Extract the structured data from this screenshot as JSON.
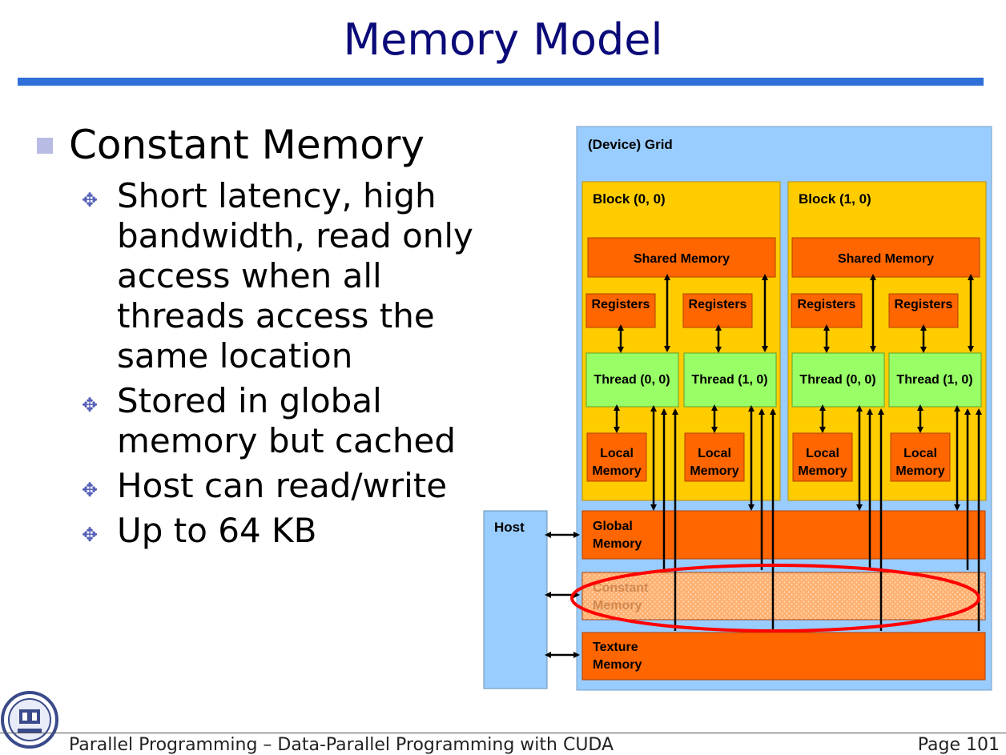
{
  "slide": {
    "title": "Memory Model",
    "bullet_main": "Constant Memory",
    "sub_bullets": [
      [
        "Short latency, high",
        "bandwidth, read only",
        "access when all",
        "threads access the",
        "same location"
      ],
      [
        "Stored in global",
        "memory but cached"
      ],
      [
        "Host can read/write"
      ],
      [
        "Up to 64 KB"
      ]
    ]
  },
  "diagram": {
    "grid_label": "(Device) Grid",
    "blocks": [
      {
        "label": "Block (0, 0)",
        "shared": "Shared Memory",
        "registers": [
          "Registers",
          "Registers"
        ],
        "threads": [
          "Thread (0, 0)",
          "Thread (1, 0)"
        ],
        "local": [
          "Local",
          "Memory"
        ]
      },
      {
        "label": "Block (1, 0)",
        "shared": "Shared Memory",
        "registers": [
          "Registers",
          "Registers"
        ],
        "threads": [
          "Thread (0, 0)",
          "Thread (1, 0)"
        ],
        "local": [
          "Local",
          "Memory"
        ]
      }
    ],
    "host": "Host",
    "global": [
      "Global",
      "Memory"
    ],
    "constant": [
      "Constant",
      "Memory"
    ],
    "texture": [
      "Texture",
      "Memory"
    ],
    "colors": {
      "grid": "#99ccff",
      "block": "#ffcc00",
      "mem": "#ff6600",
      "thread": "#99ff66",
      "highlight": "#ff0000"
    }
  },
  "footer": {
    "left": "Parallel Programming – Data-Parallel Programming with CUDA",
    "right": "Page 101"
  }
}
